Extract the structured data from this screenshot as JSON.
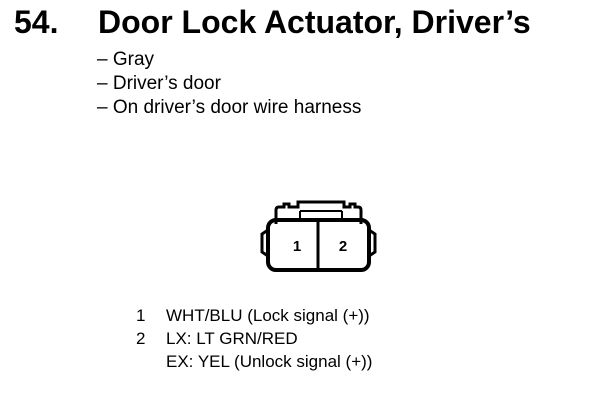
{
  "section": {
    "number": "54.",
    "title": "Door Lock Actuator, Driver’s"
  },
  "description": [
    "– Gray",
    "– Driver’s door",
    "– On driver’s door wire harness"
  ],
  "connector": {
    "pins": [
      "1",
      "2"
    ]
  },
  "pinout": [
    {
      "pin": "1",
      "lines": [
        "WHT/BLU (Lock signal (+))"
      ]
    },
    {
      "pin": "2",
      "lines": [
        "LX: LT GRN/RED",
        "EX: YEL (Unlock signal (+))"
      ]
    }
  ]
}
